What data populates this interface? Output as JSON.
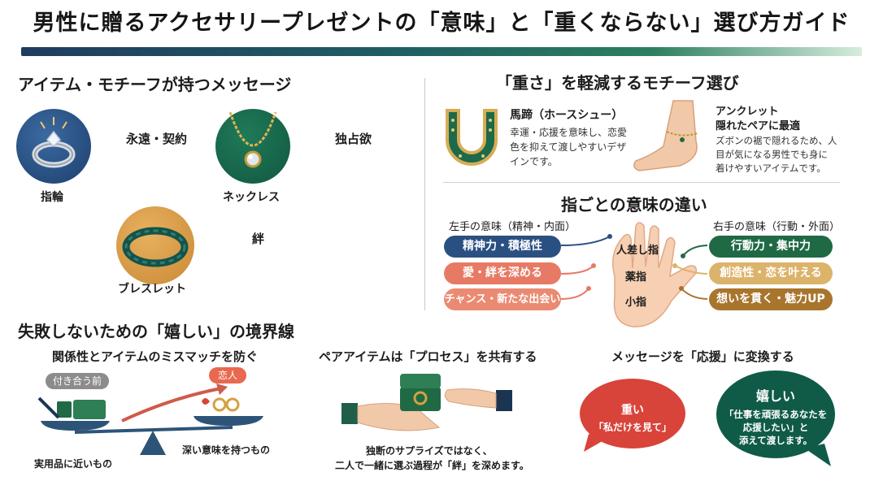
{
  "title": "男性に贈るアクセサリープレゼントの「意味」と「重くならない」選び方ガイド",
  "colors": {
    "navy": "#2a5082",
    "green": "#1f6a45",
    "coral": "#e77a64",
    "gold": "#dcb36b",
    "red": "#d8433a",
    "deep_green": "#0f5b48"
  },
  "motif_section": {
    "heading": "アイテム・モチーフが持つメッセージ",
    "items": [
      {
        "icon": "ring-icon",
        "label": "指輪",
        "meaning": "永遠・契約"
      },
      {
        "icon": "necklace-icon",
        "label": "ネックレス",
        "meaning": "独占欲"
      },
      {
        "icon": "bracelet-icon",
        "label": "ブレスレット",
        "meaning": "絆"
      }
    ]
  },
  "light_section": {
    "heading": "「重さ」を軽減するモチーフ選び",
    "horseshoe": {
      "icon": "horseshoe-icon",
      "title": "馬蹄（ホースシュー）",
      "desc": [
        "幸運・応援を意味し、恋愛",
        "色を抑えて渡しやすいデザ",
        "インです。"
      ]
    },
    "anklet": {
      "icon": "anklet-icon",
      "title": [
        "アンクレット",
        "隠れたペアに最適"
      ],
      "desc": [
        "ズボンの裾で隠れるため、人",
        "目が気になる男性でも身に",
        "着けやすいアイテムです。"
      ]
    }
  },
  "finger_section": {
    "heading": "指ごとの意味の違い",
    "left_header": "左手の意味（精神・内面）",
    "right_header": "右手の意味（行動・外面）",
    "left_items": [
      "精神力・積極性",
      "愛・絆を深める",
      "チャンス・新たな出会い"
    ],
    "right_items": [
      "行動力・集中力",
      "創造性・恋を叶える",
      "想いを貫く・魅力UP"
    ],
    "fingers": [
      "人差し指",
      "薬指",
      "小指"
    ]
  },
  "boundary_section": {
    "heading": "失敗しないための「嬉しい」の境界線",
    "col1": {
      "heading": "関係性とアイテムのミスマッチを防ぐ",
      "tag_before": "付き合う前",
      "tag_lover": "恋人",
      "left_caption": "実用品に近いもの",
      "right_caption": "深い意味を持つもの"
    },
    "col2": {
      "heading": "ペアアイテムは「プロセス」を共有する",
      "caption": [
        "独断のサプライズではなく、",
        "二人で一緒に選ぶ過程が「絆」を深めます。"
      ]
    },
    "col3": {
      "heading": "メッセージを「応援」に変換する",
      "heavy_title": "重い",
      "heavy_text": "「私だけを見て」",
      "happy_title": "嬉しい",
      "happy_text": [
        "「仕事を頑張るあなたを",
        "応援したい」と",
        "添えて渡します。"
      ]
    }
  }
}
